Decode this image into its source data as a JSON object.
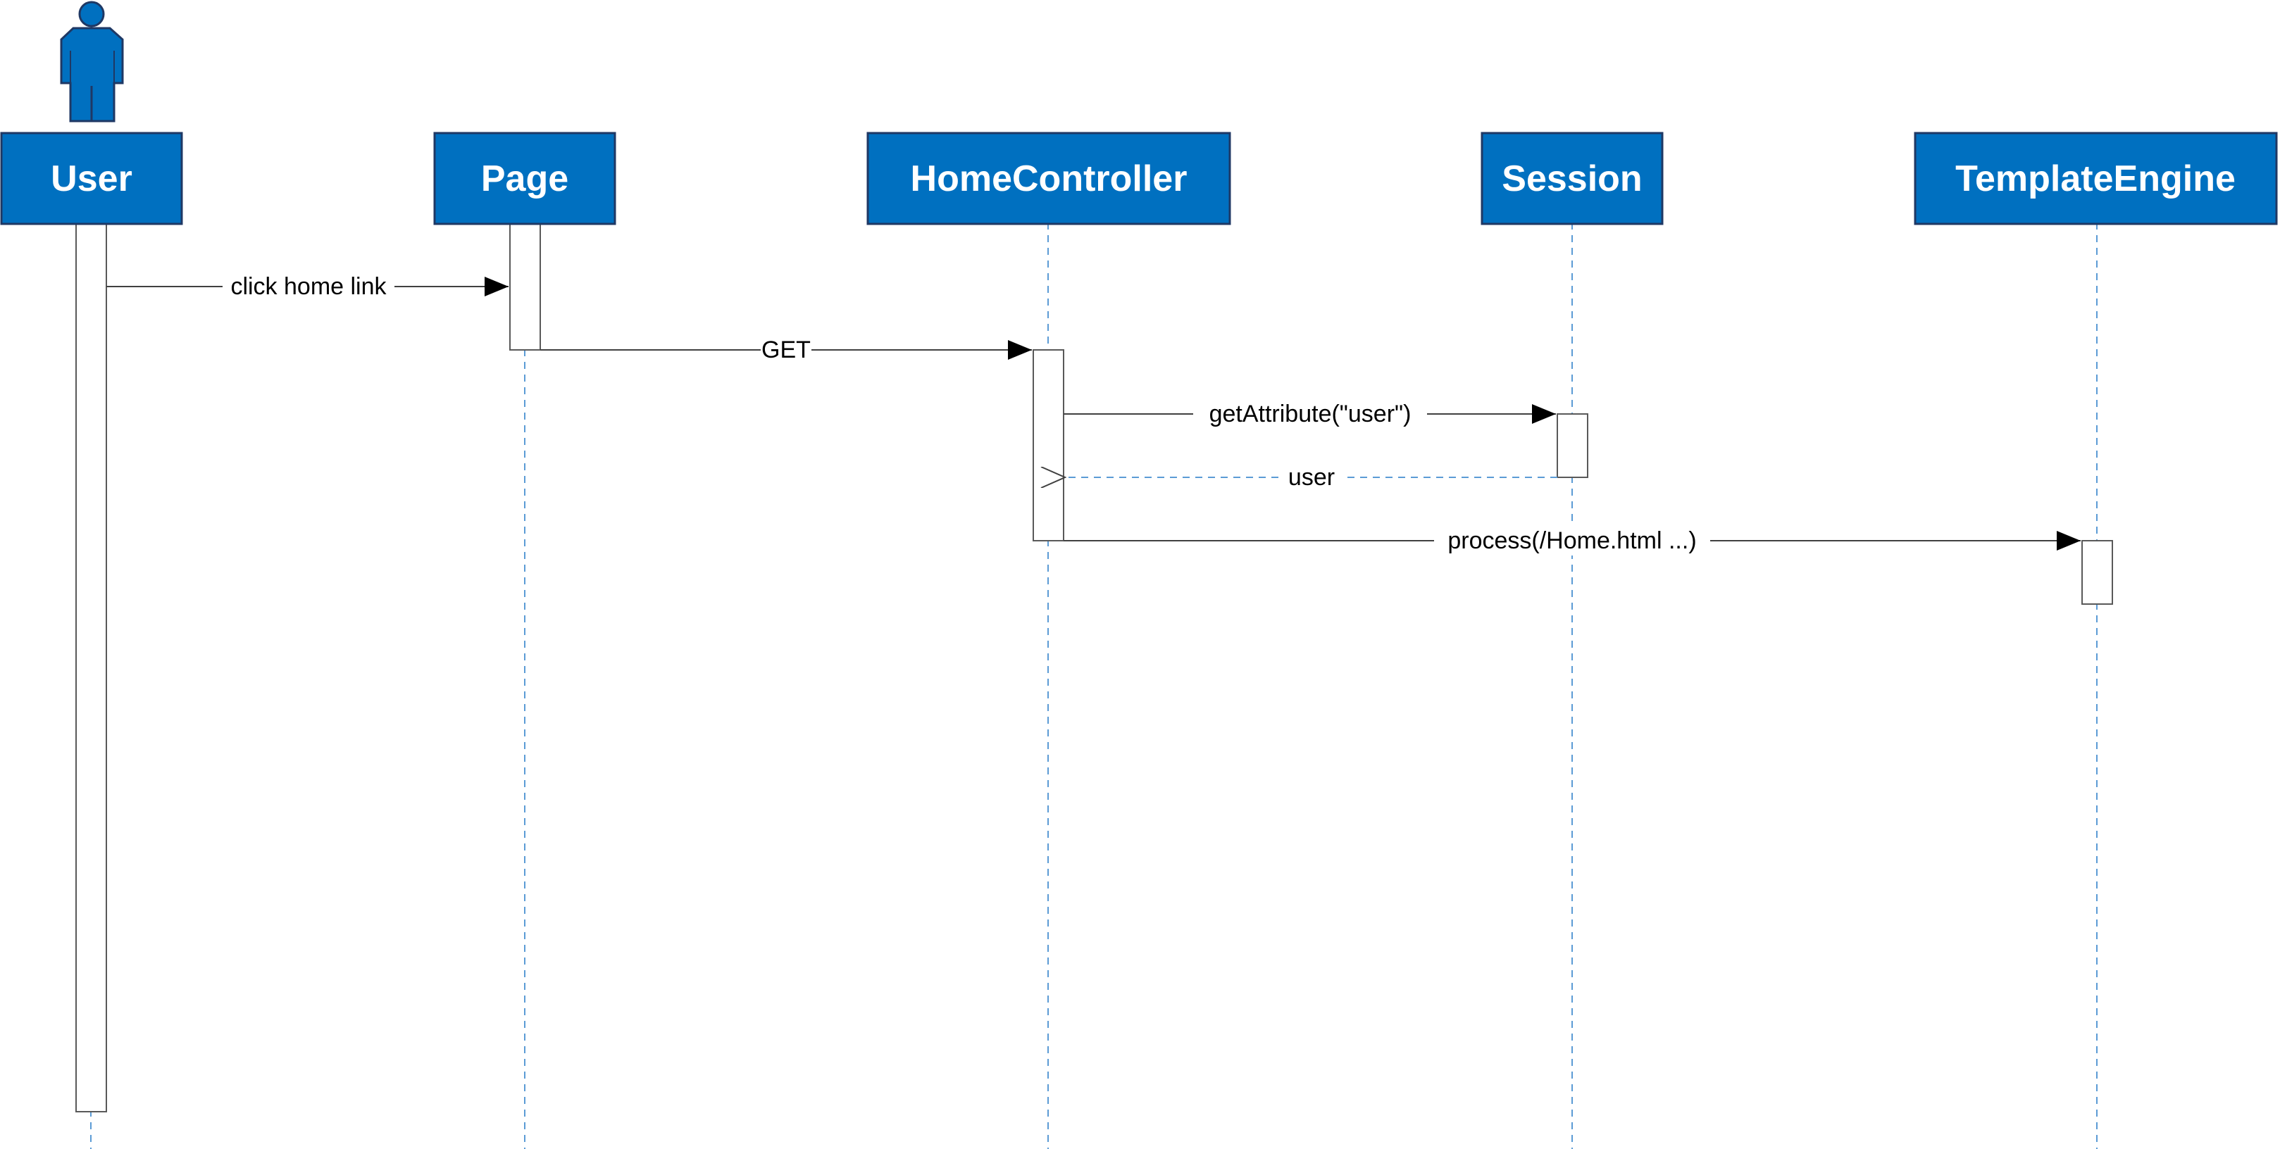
{
  "diagram": {
    "type": "sequence",
    "colors": {
      "box_fill": "#0070c0",
      "box_stroke": "#1f3864",
      "lifeline": "#5b9bd5",
      "activation_fill": "#ffffff",
      "activation_stroke": "#595959",
      "message_line": "#404040",
      "text": "#000000"
    },
    "actor_icon": "person-icon",
    "participants": [
      {
        "id": "user",
        "label": "User"
      },
      {
        "id": "page",
        "label": "Page"
      },
      {
        "id": "homecontroller",
        "label": "HomeController"
      },
      {
        "id": "session",
        "label": "Session"
      },
      {
        "id": "templateengine",
        "label": "TemplateEngine"
      }
    ],
    "messages": [
      {
        "from": "user",
        "to": "page",
        "label": "click home link",
        "kind": "sync"
      },
      {
        "from": "page",
        "to": "homecontroller",
        "label": "GET",
        "kind": "sync"
      },
      {
        "from": "homecontroller",
        "to": "session",
        "label": "getAttribute(\"user\")",
        "kind": "sync"
      },
      {
        "from": "session",
        "to": "homecontroller",
        "label": "user",
        "kind": "return"
      },
      {
        "from": "homecontroller",
        "to": "templateengine",
        "label": "process(/Home.html ...)",
        "kind": "sync"
      }
    ]
  }
}
